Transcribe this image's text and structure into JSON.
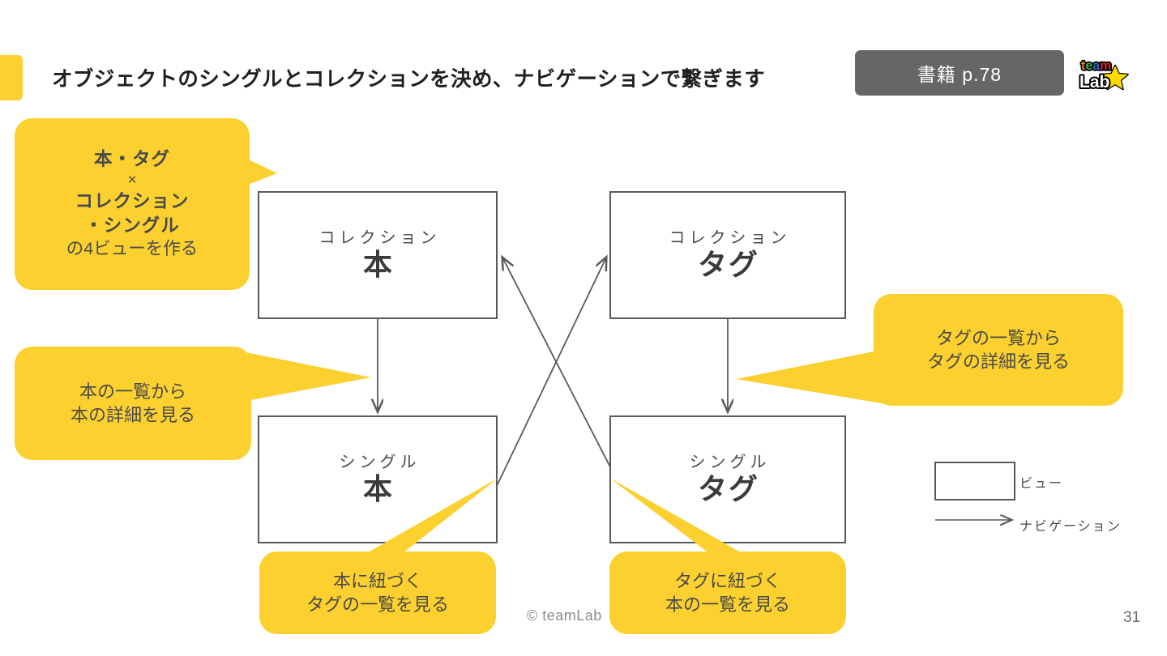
{
  "header": {
    "title": "オブジェクトのシングルとコレクションを決め、ナビゲーションで繋ぎます",
    "page_chip": "書籍 p.78",
    "accent_color": "#FBD02F",
    "chip_color": "#666666",
    "logo_alt": "teamLab"
  },
  "diagram": {
    "boxes": [
      {
        "id": "collection-book",
        "kind": "コレクション",
        "name": "本"
      },
      {
        "id": "collection-tag",
        "kind": "コレクション",
        "name": "タグ"
      },
      {
        "id": "single-book",
        "kind": "シングル",
        "name": "本"
      },
      {
        "id": "single-tag",
        "kind": "シングル",
        "name": "タグ"
      }
    ]
  },
  "callouts": {
    "views": {
      "line1": "本・タグ",
      "line2": "×",
      "line3": "コレクション",
      "line4": "・シングル",
      "line5": "の4ビューを作る"
    },
    "book_detail": {
      "line1": "本の一覧から",
      "line2": "本の詳細を見る"
    },
    "tag_detail": {
      "line1": "タグの一覧から",
      "line2": "タグの詳細を見る"
    },
    "book_tags": {
      "line1": "本に紐づく",
      "line2": "タグの一覧を見る"
    },
    "tag_books": {
      "line1": "タグに紐づく",
      "line2": "本の一覧を見る"
    }
  },
  "legend": {
    "view_label": "ビュー",
    "navigation_label": "ナビゲーション"
  },
  "footer": {
    "copyright": "© teamLab",
    "page_number": "31"
  }
}
